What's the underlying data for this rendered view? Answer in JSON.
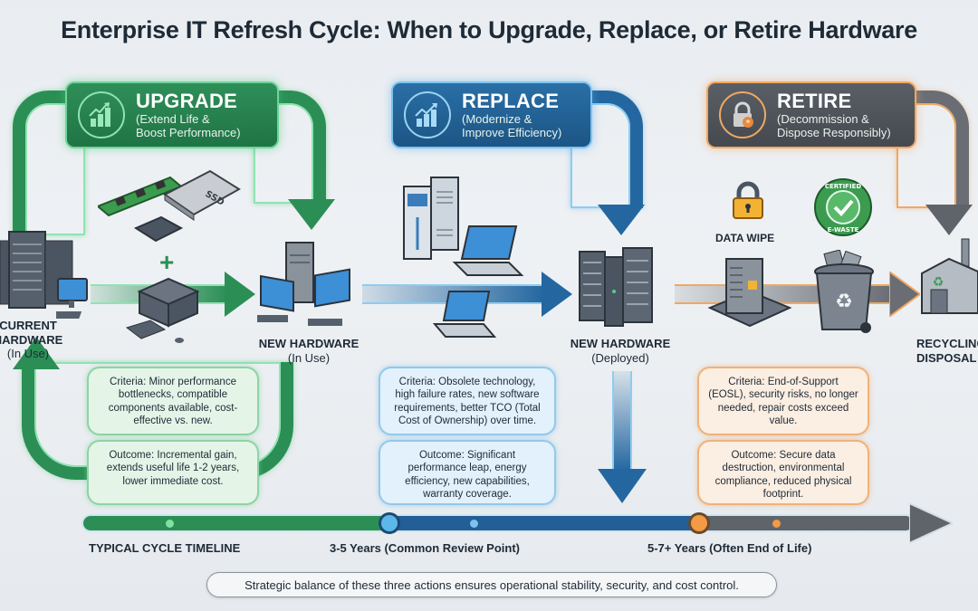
{
  "title": "Enterprise IT Refresh Cycle: When to Upgrade, Replace, or Retire Hardware",
  "colors": {
    "upgrade": "#2b8f55",
    "replace": "#2467a0",
    "retire": "#5a5f66",
    "retire_accent": "#f0a862",
    "background": "#eaeef2"
  },
  "actions": [
    {
      "id": "upgrade",
      "heading": "UPGRADE",
      "subtitle_line1": "(Extend Life &",
      "subtitle_line2": "Boost Performance)",
      "icon": "growth-chart-icon",
      "criteria": "Criteria: Minor performance bottlenecks, compatible components available, cost-effective vs. new.",
      "outcome": "Outcome: Incremental gain, extends useful life 1-2 years, lower immediate cost."
    },
    {
      "id": "replace",
      "heading": "REPLACE",
      "subtitle_line1": "(Modernize &",
      "subtitle_line2": "Improve Efficiency)",
      "icon": "growth-chart-icon",
      "criteria": "Criteria: Obsolete technology, high failure rates, new software requirements, better TCO (Total Cost of Ownership) over time.",
      "outcome": "Outcome: Significant performance leap, energy efficiency, new capabilities, warranty coverage."
    },
    {
      "id": "retire",
      "heading": "RETIRE",
      "subtitle_line1": "(Decommission &",
      "subtitle_line2": "Dispose Responsibly)",
      "icon": "padlock-icon",
      "criteria": "Criteria: End-of-Support (EOSL), security risks, no longer needed, repair costs exceed value.",
      "outcome": "Outcome: Secure data destruction, environmental compliance, reduced physical footprint."
    }
  ],
  "nodes": {
    "current": {
      "line1": "CURRENT",
      "line2": "HARDWARE",
      "line3": "(In Use)"
    },
    "new_in_use": {
      "line1": "NEW HARDWARE",
      "line2": "(In Use)"
    },
    "new_deployed": {
      "line1": "NEW HARDWARE",
      "line2": "(Deployed)"
    },
    "recycling": {
      "line1": "RECYCLING",
      "line2": "DISPOSAL"
    },
    "data_wipe": "DATA WIPE",
    "ssd_label": "SSD",
    "badge_top": "CERTIFIED",
    "badge_bottom": "E-WASTE",
    "plus": "+"
  },
  "timeline": {
    "label": "TYPICAL CYCLE TIMELINE",
    "mid_point": "3-5 Years (Common Review Point)",
    "end_point": "5-7+ Years (Often End of Life)"
  },
  "footer": "Strategic balance of these three actions ensures operational stability, security, and cost control."
}
